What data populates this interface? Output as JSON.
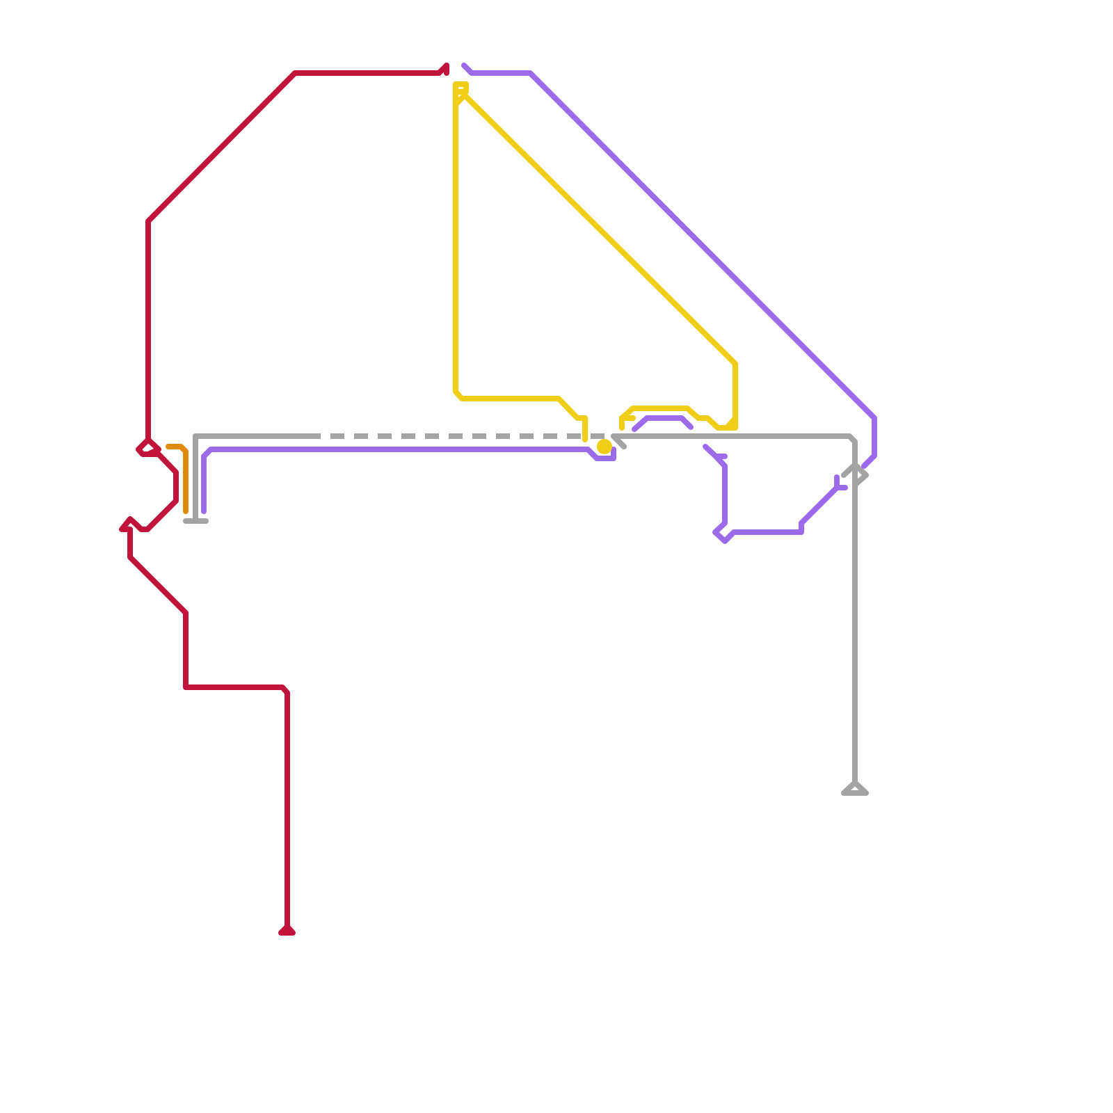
{
  "map": {
    "background": "#ffffff",
    "lines": [
      {
        "id": "red",
        "color": "#c0143c",
        "style": "solid"
      },
      {
        "id": "purple",
        "color": "#9b6bea",
        "style": "solid"
      },
      {
        "id": "yellow",
        "color": "#f0cd17",
        "style": "solid"
      },
      {
        "id": "gray",
        "color": "#a3a3a3",
        "style": "solid"
      },
      {
        "id": "gray-dashed",
        "color": "#a3a3a3",
        "style": "dashed"
      },
      {
        "id": "orange",
        "color": "#e08a0b",
        "style": "solid"
      }
    ]
  }
}
